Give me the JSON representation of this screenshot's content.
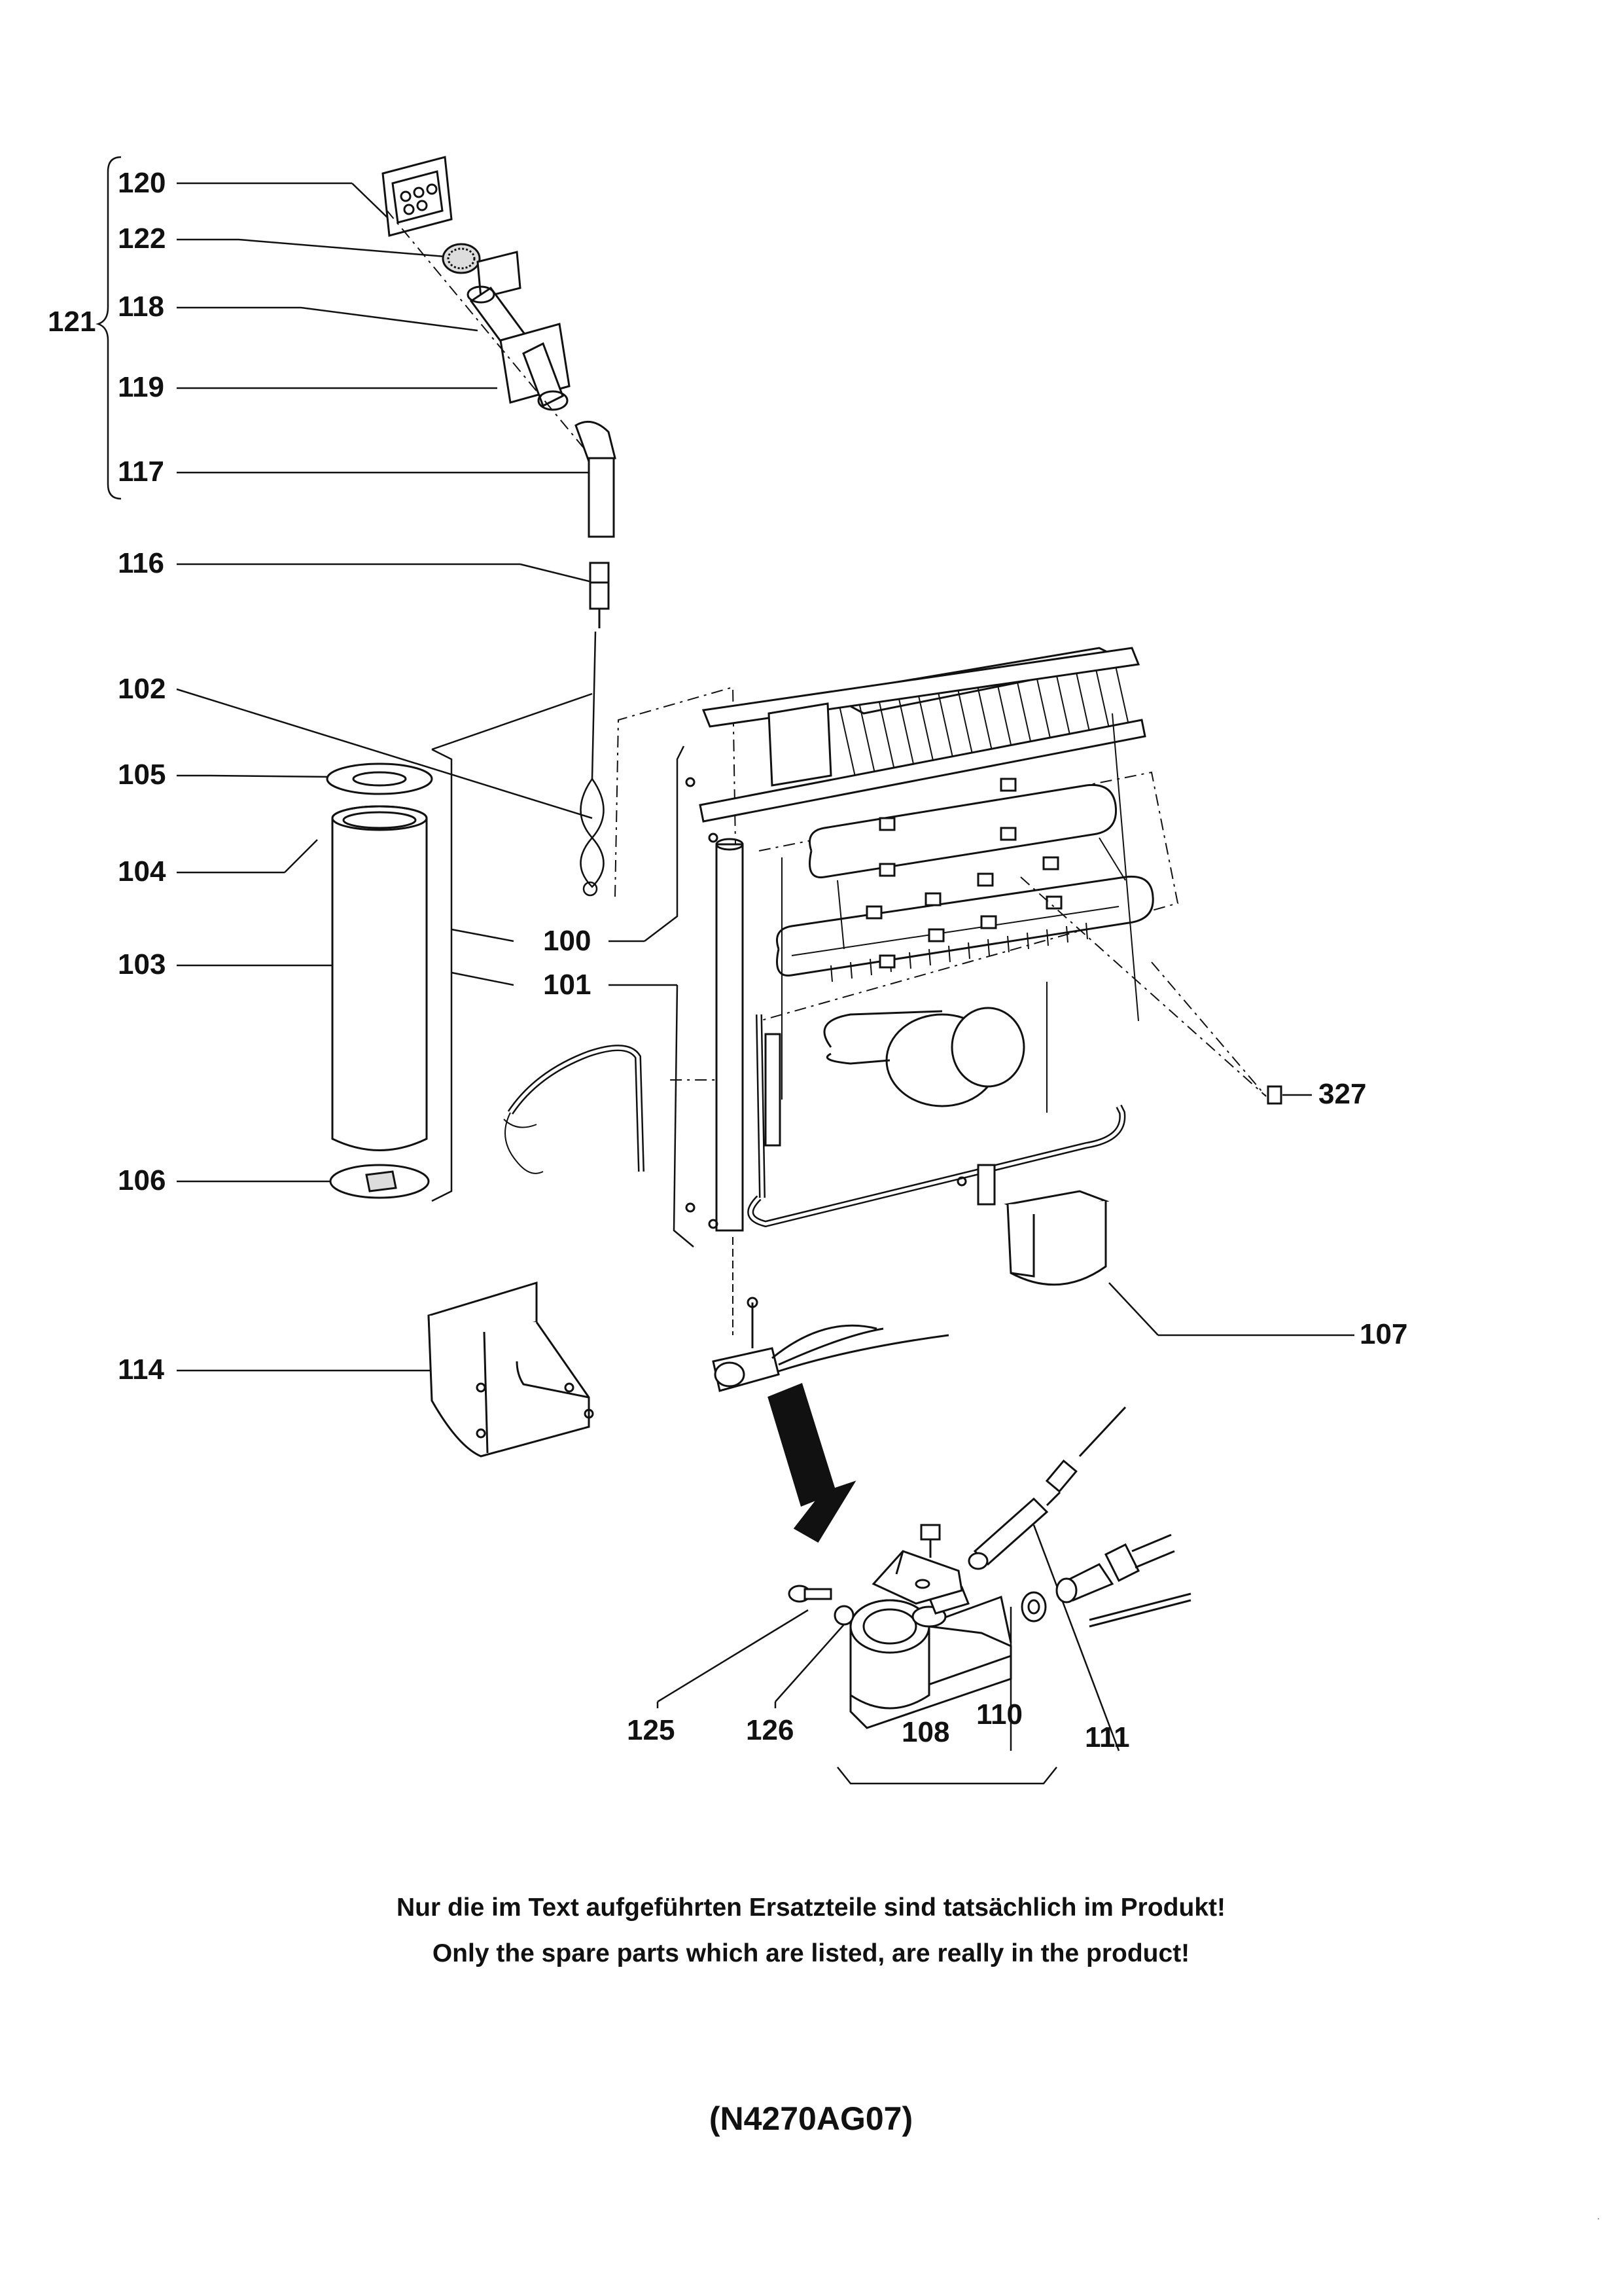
{
  "labels": {
    "l120": "120",
    "l122": "122",
    "l121": "121",
    "l118": "118",
    "l119": "119",
    "l117": "117",
    "l116": "116",
    "l102": "102",
    "l105": "105",
    "l104": "104",
    "l103": "103",
    "l100": "100",
    "l101": "101",
    "l106": "106",
    "l114": "114",
    "l327": "327",
    "l107": "107",
    "l125": "125",
    "l126": "126",
    "l108": "108",
    "l110": "110",
    "l111": "111"
  },
  "notes": {
    "german": "Nur die im Text aufgeführten Ersatzteile sind tatsächlich im Produkt!",
    "english": "Only the spare parts which are listed, are really in the product!"
  },
  "document_code": "(N4270AG07)"
}
